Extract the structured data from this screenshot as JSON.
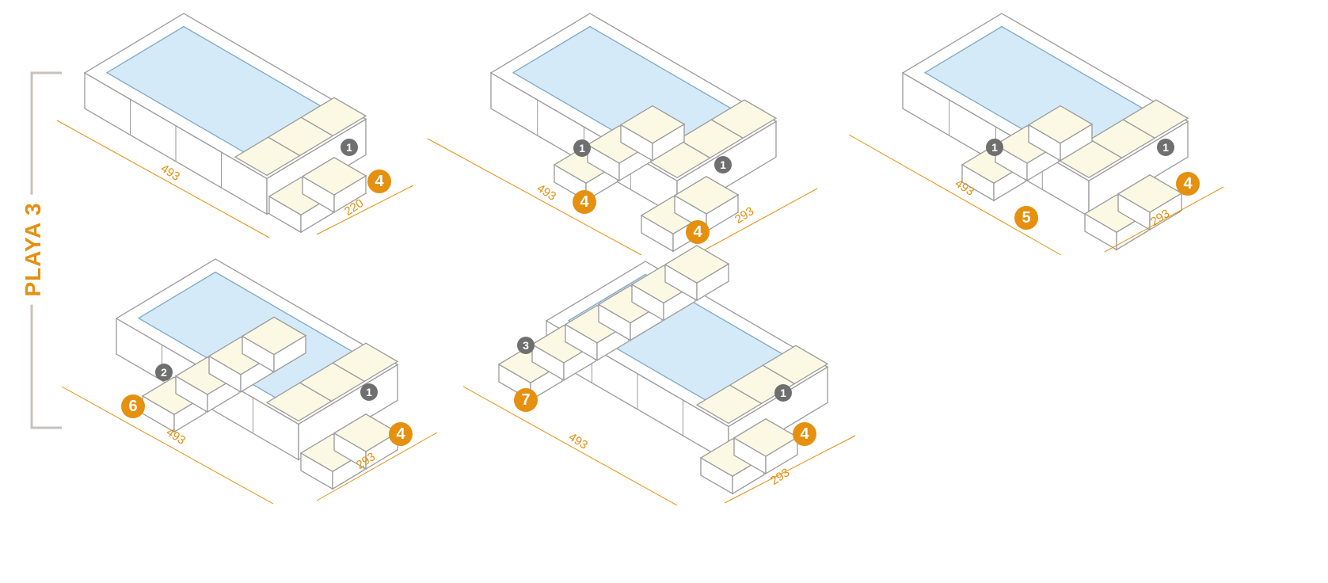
{
  "title": "PLAYA 3",
  "colors": {
    "accent": "#e5900f",
    "water": "#d4eaf8",
    "cushion": "#fbf8e4",
    "outline": "#9a9a9a",
    "badge_gray": "#6f6f6f",
    "bracket": "#c8c0bb"
  },
  "configs": [
    {
      "length": "493",
      "width": "220",
      "badges": [
        {
          "n": "1",
          "type": "gray"
        },
        {
          "n": "4",
          "type": "orange"
        }
      ]
    },
    {
      "length": "493",
      "width": "293",
      "badges": [
        {
          "n": "1",
          "type": "gray"
        },
        {
          "n": "1",
          "type": "gray"
        },
        {
          "n": "4",
          "type": "orange"
        },
        {
          "n": "4",
          "type": "orange"
        }
      ]
    },
    {
      "length": "493",
      "width": "293",
      "badges": [
        {
          "n": "1",
          "type": "gray"
        },
        {
          "n": "1",
          "type": "gray"
        },
        {
          "n": "5",
          "type": "orange"
        },
        {
          "n": "4",
          "type": "orange"
        }
      ]
    },
    {
      "length": "493",
      "width": "293",
      "badges": [
        {
          "n": "2",
          "type": "gray"
        },
        {
          "n": "6",
          "type": "orange"
        },
        {
          "n": "1",
          "type": "gray"
        },
        {
          "n": "4",
          "type": "orange"
        }
      ]
    },
    {
      "length": "493",
      "width": "293",
      "badges": [
        {
          "n": "3",
          "type": "gray"
        },
        {
          "n": "7",
          "type": "orange"
        },
        {
          "n": "1",
          "type": "gray"
        },
        {
          "n": "4",
          "type": "orange"
        }
      ]
    }
  ]
}
